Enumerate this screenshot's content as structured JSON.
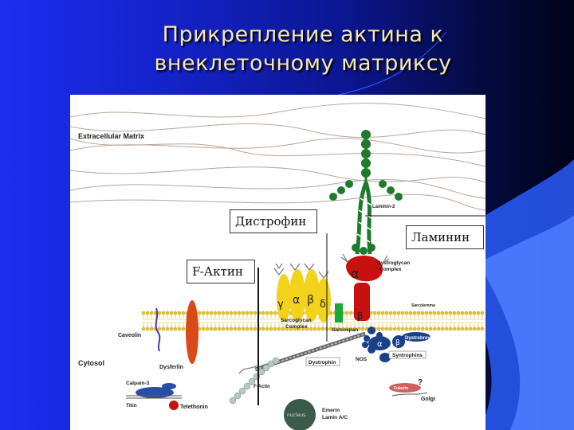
{
  "slide": {
    "title_line1": "Прикрепление актина к",
    "title_line2": "внеклеточному матриксу"
  },
  "callouts": {
    "dystrophin_ru": "Дистрофин",
    "laminin_ru": "Ламинин",
    "factin_ru": "F-Актин"
  },
  "diagram": {
    "extracellular_matrix": "Extracellular Matrix",
    "laminin2": "Laminin-2",
    "cytosol": "Cytosol",
    "caveolin": "Caveolin",
    "dysferlin": "Dysferlin",
    "calpain3": "Calpain-3",
    "titin": "Titin",
    "telethonin": "Telethonin",
    "sarcoglycan": "Sarcoglycan",
    "complex": "Complex",
    "sarcospan": "Sarcospan",
    "dystroglycan": "Dystroglycan",
    "dystrophin": "Dystrophin",
    "dystrobrevin": "Dystrobrevin",
    "syntrophins": "Syntrophins",
    "nos": "NOS",
    "factin": "F-Actin",
    "nucleus": "nucleus",
    "emerin": "Emerin",
    "lamin": "Lamin A/C",
    "fukutin": "Fukutin",
    "golgi": "Golgi",
    "sarcolemma": "Sarcolemma",
    "question": "?",
    "alpha": "α",
    "beta": "β",
    "gamma": "γ",
    "delta": "δ"
  },
  "colors": {
    "title": "#f4e7b8",
    "sarcoglycan": "#f2d21a",
    "dystroglycan": "#c81010",
    "laminin": "#1f7a2e",
    "membrane": "#d9c040",
    "dysferlin": "#d84a1a",
    "blue_protein": "#1c3f8a"
  }
}
